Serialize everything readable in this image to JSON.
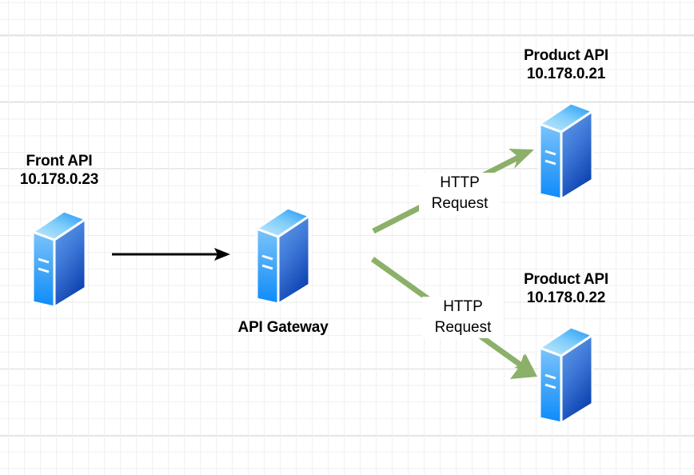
{
  "diagram": {
    "title": "API Gateway request routing diagram",
    "background": {
      "style": "graph-paper-grid",
      "minor_grid_color": "#f0f0f0",
      "major_grid_color": "#cfcfcf",
      "page_color": "#ffffff"
    },
    "colors": {
      "server_light_blue": "#4aa8f7",
      "server_dark_blue": "#1348b8",
      "server_top_blue": "#a9ddfb",
      "server_outline": "#ffffff",
      "green_arrow": "#8cb069",
      "black_arrow": "#000000",
      "label_text": "#000000"
    },
    "nodes": [
      {
        "id": "front-api",
        "icon": "server-icon",
        "label_line1": "Front API",
        "label_line2": "10.178.0.23",
        "label_position": "above"
      },
      {
        "id": "api-gateway",
        "icon": "server-icon",
        "label_line1": "API Gateway",
        "label_line2": "",
        "label_position": "below"
      },
      {
        "id": "product-api-21",
        "icon": "server-icon",
        "label_line1": "Product API",
        "label_line2": "10.178.0.21",
        "label_position": "above"
      },
      {
        "id": "product-api-22",
        "icon": "server-icon",
        "label_line1": "Product API",
        "label_line2": "10.178.0.22",
        "label_position": "above"
      }
    ],
    "edges": [
      {
        "id": "front-to-gateway",
        "from": "front-api",
        "to": "api-gateway",
        "color": "#000000",
        "label_line1": "",
        "label_line2": ""
      },
      {
        "id": "gateway-to-product-21",
        "from": "api-gateway",
        "to": "product-api-21",
        "color": "#8cb069",
        "label_line1": "HTTP",
        "label_line2": "Request"
      },
      {
        "id": "gateway-to-product-22",
        "from": "api-gateway",
        "to": "product-api-22",
        "color": "#8cb069",
        "label_line1": "HTTP",
        "label_line2": "Request"
      }
    ]
  }
}
